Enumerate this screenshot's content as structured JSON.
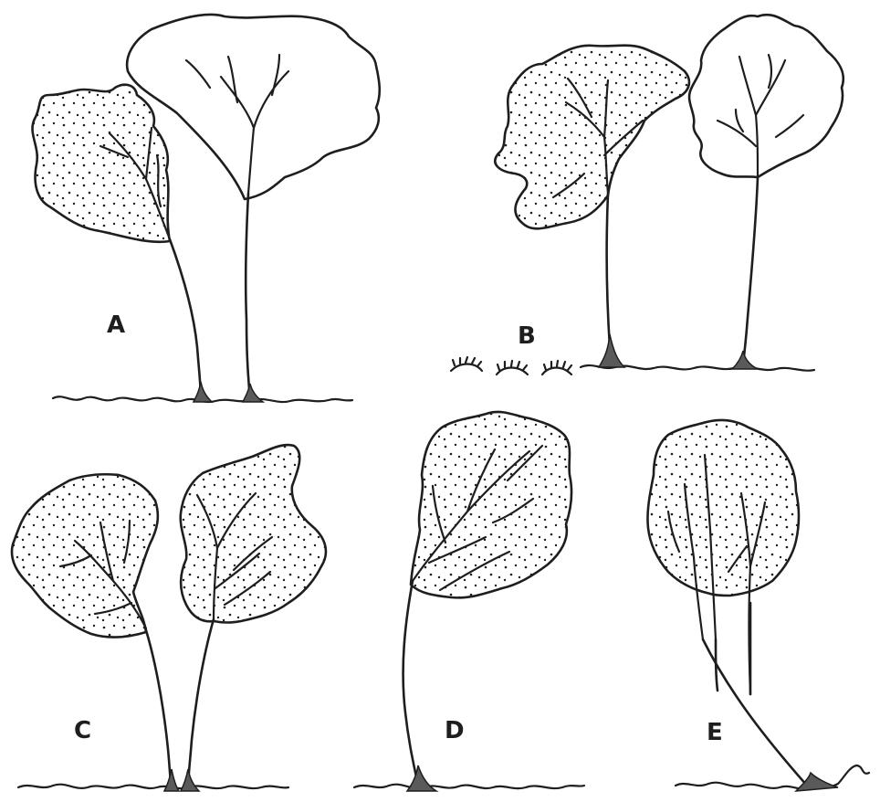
{
  "figure": {
    "panels": [
      {
        "id": "A",
        "label": "A",
        "left_blade": "stippled",
        "right_blade": "clear"
      },
      {
        "id": "B",
        "label": "B",
        "left_blade": "stippled",
        "right_blade": "clear",
        "germlings_shown": true
      },
      {
        "id": "C",
        "label": "C",
        "left_blade": "stippled",
        "right_blade": "stippled"
      },
      {
        "id": "D",
        "label": "D",
        "blade": "stippled"
      },
      {
        "id": "E",
        "label": "E",
        "blade": "stippled"
      }
    ]
  },
  "colors": {
    "ink": "#1e1e1e",
    "background": "#ffffff",
    "stipple": "#1e1e1e"
  }
}
